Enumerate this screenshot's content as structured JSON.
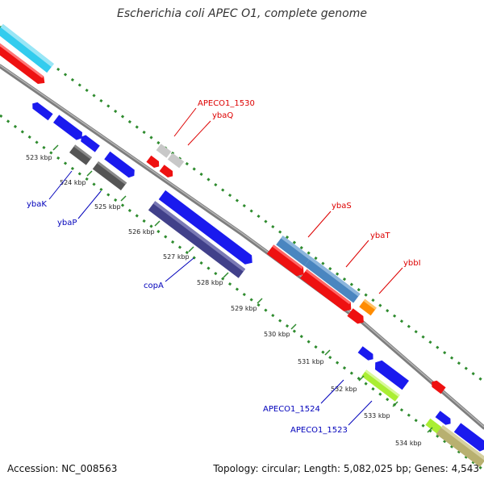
{
  "title": "Escherichia coli APEC O1, complete genome",
  "accession_text": "Accession: NC_008563",
  "topology_text": "Topology: circular; Length: 5,082,025 bp; Genes: 4,543",
  "colors": {
    "backbone": "#808080",
    "dots": "#2e8b2e",
    "forward_label": "#dd0000",
    "reverse_label": "#0000bb"
  },
  "ticks": [
    {
      "label": "523 kbp"
    },
    {
      "label": "524 kbp"
    },
    {
      "label": "525 kbp"
    },
    {
      "label": "526 kbp"
    },
    {
      "label": "527 kbp"
    },
    {
      "label": "528 kbp"
    },
    {
      "label": "529 kbp"
    },
    {
      "label": "530 kbp"
    },
    {
      "label": "531 kbp"
    },
    {
      "label": "532 kbp"
    },
    {
      "label": "533 kbp"
    },
    {
      "label": "534 kbp"
    }
  ],
  "forward_labels": [
    {
      "text": "APECO1_1530"
    },
    {
      "text": "ybaQ"
    },
    {
      "text": "ybaS"
    },
    {
      "text": "ybaT"
    },
    {
      "text": "ybbI"
    }
  ],
  "reverse_labels": [
    {
      "text": "ybaK"
    },
    {
      "text": "ybaP"
    },
    {
      "text": "copA"
    },
    {
      "text": "APECO1_1524"
    },
    {
      "text": "APECO1_1523"
    }
  ]
}
